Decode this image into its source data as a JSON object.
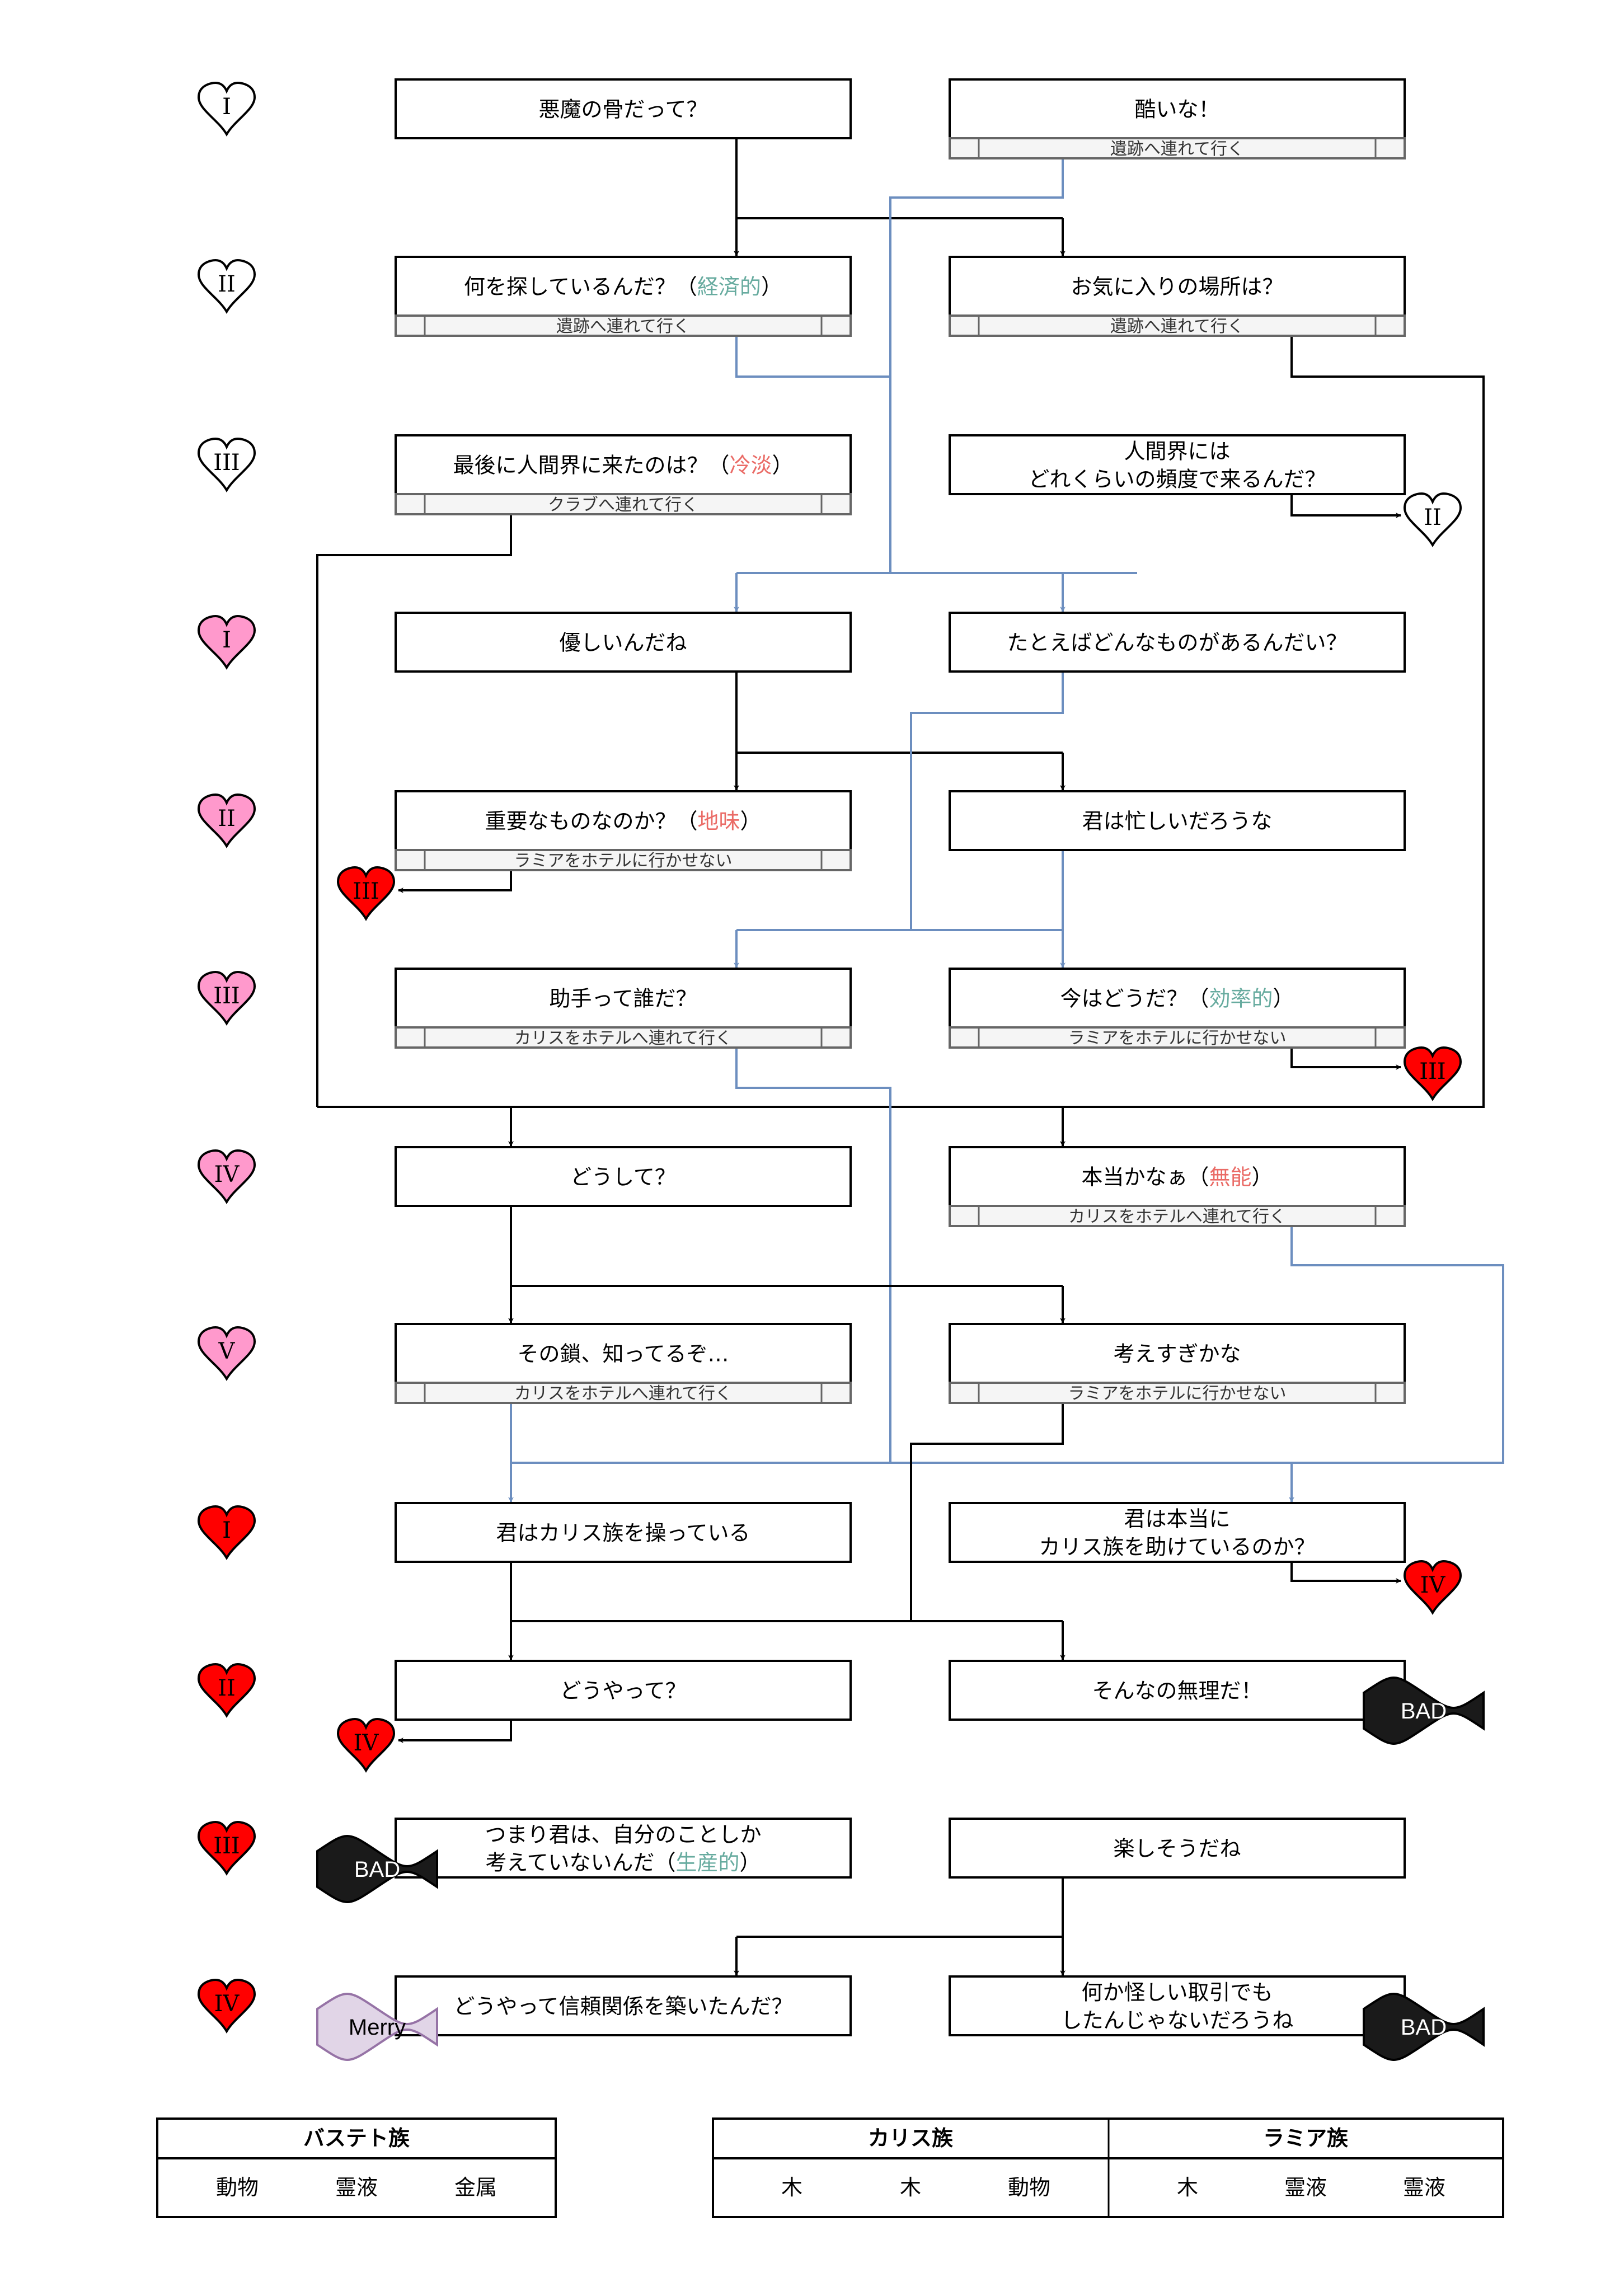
{
  "colors": {
    "accent_positive": "#67AB9F",
    "accent_negative": "#EA6B66",
    "connector_black": "#000000",
    "connector_blue": "#6C8EBF",
    "heart_white": "#FFFFFF",
    "heart_pink": "#FF99CC",
    "heart_red": "#FF0000",
    "subbar_fill": "#F5F5F5",
    "subbar_stroke": "#666666",
    "bad_fill": "#1A1A1A",
    "merry_fill": "#E1D5E7",
    "merry_stroke": "#9673A6"
  },
  "row_hearts": [
    {
      "numeral": "I",
      "color": "white"
    },
    {
      "numeral": "II",
      "color": "white"
    },
    {
      "numeral": "III",
      "color": "white"
    },
    {
      "numeral": "I",
      "color": "pink"
    },
    {
      "numeral": "II",
      "color": "pink"
    },
    {
      "numeral": "III",
      "color": "pink"
    },
    {
      "numeral": "IV",
      "color": "pink"
    },
    {
      "numeral": "V",
      "color": "pink"
    },
    {
      "numeral": "I",
      "color": "red"
    },
    {
      "numeral": "II",
      "color": "red"
    },
    {
      "numeral": "III",
      "color": "red"
    },
    {
      "numeral": "IV",
      "color": "red"
    }
  ],
  "nodes": [
    {
      "id": "n1L",
      "row": 0,
      "col": "left",
      "lines": [
        [
          {
            "t": "悪魔の骨だって？"
          }
        ]
      ],
      "action": null
    },
    {
      "id": "n1R",
      "row": 0,
      "col": "right",
      "lines": [
        [
          {
            "t": "酷いな！"
          }
        ]
      ],
      "action": "遺跡へ連れて行く"
    },
    {
      "id": "n2L",
      "row": 1,
      "col": "left",
      "lines": [
        [
          {
            "t": "何を探しているんだ？（"
          },
          {
            "t": "経済的",
            "accent": "positive"
          },
          {
            "t": "）"
          }
        ]
      ],
      "action": "遺跡へ連れて行く"
    },
    {
      "id": "n2R",
      "row": 1,
      "col": "right",
      "lines": [
        [
          {
            "t": "お気に入りの場所は？"
          }
        ]
      ],
      "action": "遺跡へ連れて行く"
    },
    {
      "id": "n3L",
      "row": 2,
      "col": "left",
      "lines": [
        [
          {
            "t": "最後に人間界に来たのは？（"
          },
          {
            "t": "冷淡",
            "accent": "negative"
          },
          {
            "t": "）"
          }
        ]
      ],
      "action": "クラブへ連れて行く"
    },
    {
      "id": "n3R",
      "row": 2,
      "col": "right",
      "lines": [
        [
          {
            "t": "人間界には"
          }
        ],
        [
          {
            "t": "どれくらいの頻度で来るんだ？"
          }
        ]
      ],
      "action": null
    },
    {
      "id": "n4L",
      "row": 3,
      "col": "left",
      "lines": [
        [
          {
            "t": "優しいんだね"
          }
        ]
      ],
      "action": null
    },
    {
      "id": "n4R",
      "row": 3,
      "col": "right",
      "lines": [
        [
          {
            "t": "たとえばどんなものがあるんだい？"
          }
        ]
      ],
      "action": null
    },
    {
      "id": "n5L",
      "row": 4,
      "col": "left",
      "lines": [
        [
          {
            "t": "重要なものなのか？（"
          },
          {
            "t": "地味",
            "accent": "negative"
          },
          {
            "t": "）"
          }
        ]
      ],
      "action": "ラミアをホテルに行かせない"
    },
    {
      "id": "n5R",
      "row": 4,
      "col": "right",
      "lines": [
        [
          {
            "t": "君は忙しいだろうな"
          }
        ]
      ],
      "action": null
    },
    {
      "id": "n6L",
      "row": 5,
      "col": "left",
      "lines": [
        [
          {
            "t": "助手って誰だ？"
          }
        ]
      ],
      "action": "カリスをホテルへ連れて行く"
    },
    {
      "id": "n6R",
      "row": 5,
      "col": "right",
      "lines": [
        [
          {
            "t": "今はどうだ？（"
          },
          {
            "t": "効率的",
            "accent": "positive"
          },
          {
            "t": "）"
          }
        ]
      ],
      "action": "ラミアをホテルに行かせない"
    },
    {
      "id": "n7L",
      "row": 6,
      "col": "left",
      "lines": [
        [
          {
            "t": "どうして？"
          }
        ]
      ],
      "action": null
    },
    {
      "id": "n7R",
      "row": 6,
      "col": "right",
      "lines": [
        [
          {
            "t": "本当かなぁ（"
          },
          {
            "t": "無能",
            "accent": "negative"
          },
          {
            "t": "）"
          }
        ]
      ],
      "action": "カリスをホテルへ連れて行く"
    },
    {
      "id": "n8L",
      "row": 7,
      "col": "left",
      "lines": [
        [
          {
            "t": "その鎖、知ってるぞ…"
          }
        ]
      ],
      "action": "カリスをホテルへ連れて行く"
    },
    {
      "id": "n8R",
      "row": 7,
      "col": "right",
      "lines": [
        [
          {
            "t": "考えすぎかな"
          }
        ]
      ],
      "action": "ラミアをホテルに行かせない"
    },
    {
      "id": "n9L",
      "row": 8,
      "col": "left",
      "lines": [
        [
          {
            "t": "君はカリス族を操っている"
          }
        ]
      ],
      "action": null
    },
    {
      "id": "n9R",
      "row": 8,
      "col": "right",
      "lines": [
        [
          {
            "t": "君は本当に"
          }
        ],
        [
          {
            "t": "カリス族を助けているのか？"
          }
        ]
      ],
      "action": null
    },
    {
      "id": "n10L",
      "row": 9,
      "col": "left",
      "lines": [
        [
          {
            "t": "どうやって？"
          }
        ]
      ],
      "action": null
    },
    {
      "id": "n10R",
      "row": 9,
      "col": "right",
      "lines": [
        [
          {
            "t": "そんなの無理だ！"
          }
        ]
      ],
      "action": null
    },
    {
      "id": "n11L",
      "row": 10,
      "col": "left",
      "lines": [
        [
          {
            "t": "つまり君は、自分のことしか"
          }
        ],
        [
          {
            "t": "考えていないんだ（"
          },
          {
            "t": "生産的",
            "accent": "positive"
          },
          {
            "t": "）"
          }
        ]
      ],
      "action": null
    },
    {
      "id": "n11R",
      "row": 10,
      "col": "right",
      "lines": [
        [
          {
            "t": "楽しそうだね"
          }
        ]
      ],
      "action": null
    },
    {
      "id": "n12L",
      "row": 11,
      "col": "left",
      "lines": [
        [
          {
            "t": "どうやって信頼関係を築いたんだ？"
          }
        ]
      ],
      "action": null
    },
    {
      "id": "n12R",
      "row": 11,
      "col": "right",
      "lines": [
        [
          {
            "t": "何か怪しい取引でも"
          }
        ],
        [
          {
            "t": "したんじゃないだろうね"
          }
        ]
      ],
      "action": null
    }
  ],
  "jump_hearts": [
    {
      "id": "j1",
      "numeral": "II",
      "color": "white"
    },
    {
      "id": "j2",
      "numeral": "III",
      "color": "red"
    },
    {
      "id": "j3",
      "numeral": "III",
      "color": "red"
    },
    {
      "id": "j4",
      "numeral": "IV",
      "color": "red"
    },
    {
      "id": "j5",
      "numeral": "IV",
      "color": "red"
    }
  ],
  "endings": [
    {
      "id": "e1",
      "label": "BAD",
      "kind": "bad"
    },
    {
      "id": "e2",
      "label": "BAD",
      "kind": "bad"
    },
    {
      "id": "e3",
      "label": "Merry",
      "kind": "merry"
    },
    {
      "id": "e4",
      "label": "BAD",
      "kind": "bad"
    }
  ],
  "tables": {
    "bastet": {
      "header": "バステト族",
      "items": [
        "動物",
        "霊液",
        "金属"
      ]
    },
    "charis": {
      "header": "カリス族",
      "items": [
        "木",
        "木",
        "動物"
      ]
    },
    "lamia": {
      "header": "ラミア族",
      "items": [
        "木",
        "霊液",
        "霊液"
      ]
    }
  }
}
